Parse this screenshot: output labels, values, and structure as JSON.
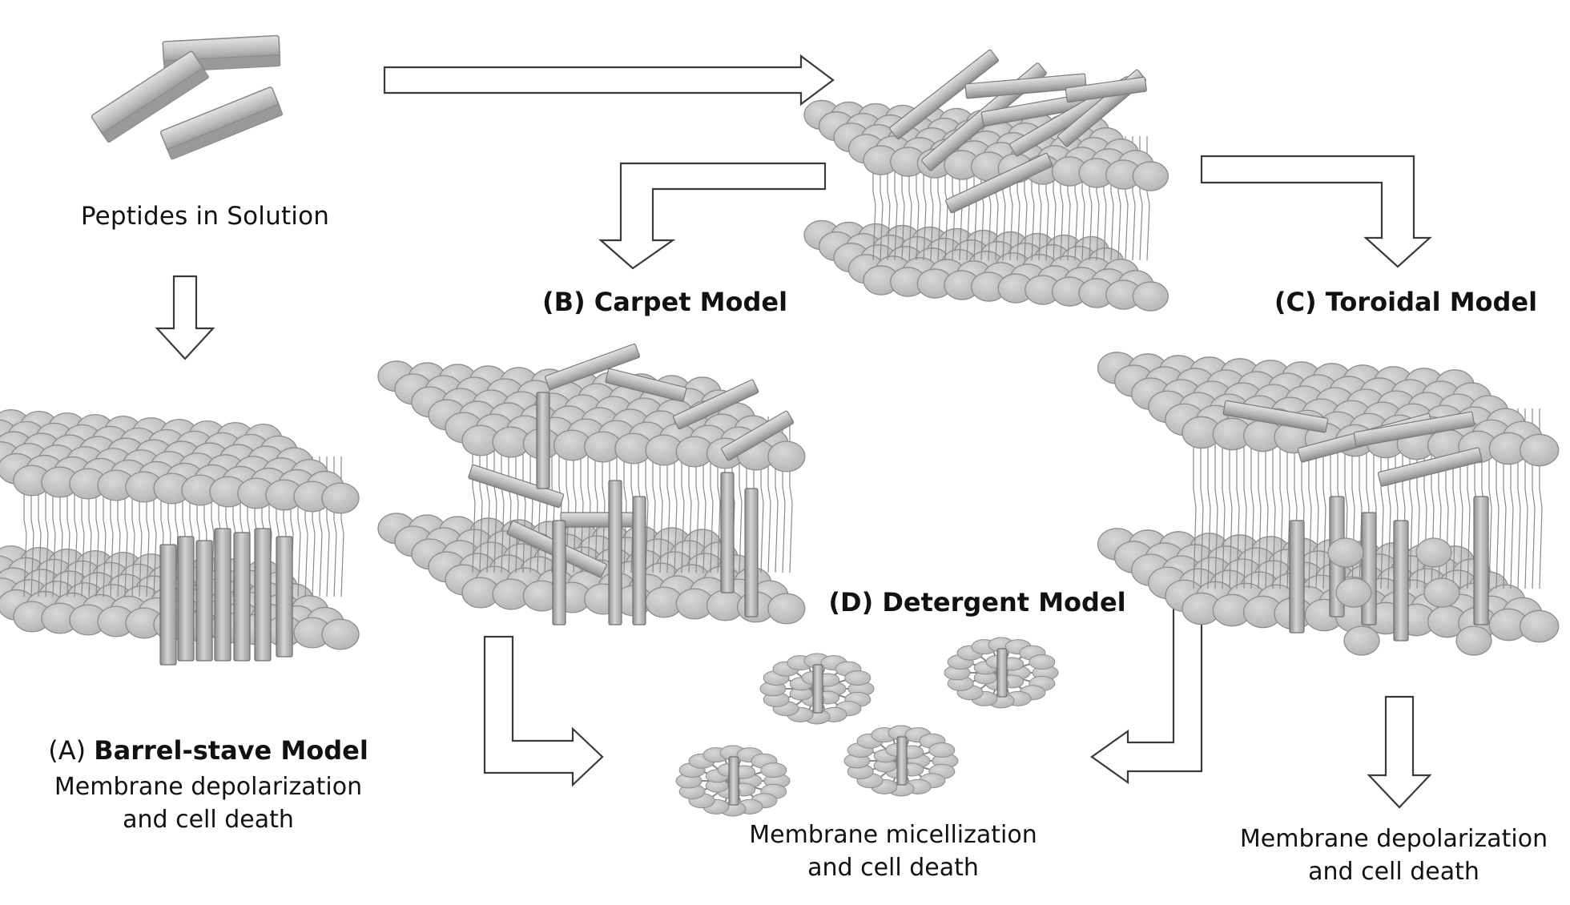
{
  "labels": {
    "solution": "Peptides in Solution",
    "carpet": "(B) Carpet Model",
    "toroidal": "(C) Toroidal Model",
    "detergent": "(D) Detergent Model",
    "barrel_prefix": "(A)",
    "barrel": "Barrel-stave Model",
    "barrel_outcome_1": "Membrane depolarization",
    "barrel_outcome_2": "and cell death",
    "micelle_outcome_1": "Membrane micellization",
    "micelle_outcome_2": "and cell death",
    "toroidal_outcome_1": "Membrane depolarization",
    "toroidal_outcome_2": "and cell death"
  },
  "colors": {
    "headgroup": "#c6c6c6",
    "headgroup_stroke": "#8e8e8e",
    "peptide_light": "#cfcfcf",
    "peptide_dark": "#8a8a8a",
    "arrow_stroke": "#3a3a3a",
    "tail": "#8a8a8a"
  }
}
